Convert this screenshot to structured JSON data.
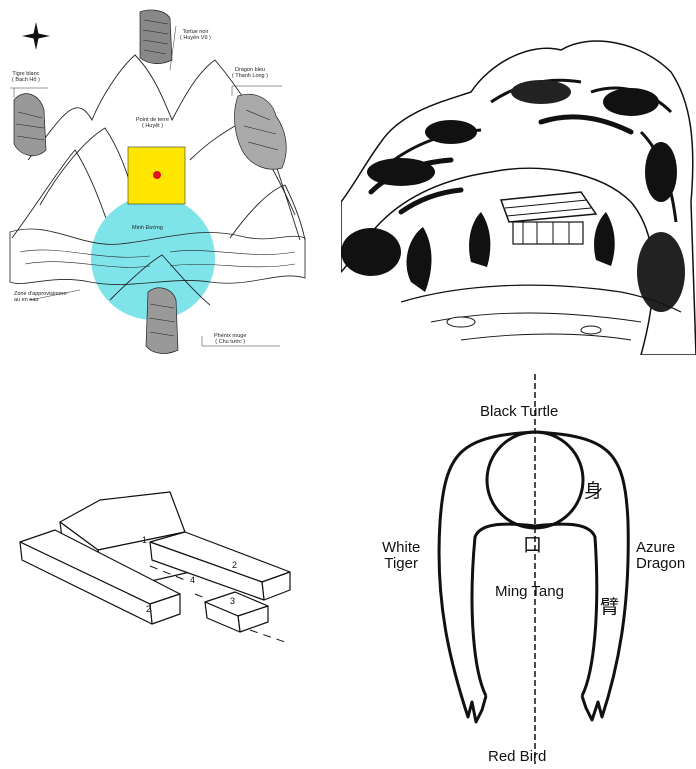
{
  "fengshui_map": {
    "turtle_label": "Tortue noir\n( Huyền Vũ )",
    "tiger_label": "Tigre blanc\n( Bạch Hổ )",
    "dragon_label": "Dragon bleu\n( Thanh Long )",
    "point_label": "Point de terre\n( Huyệt )",
    "minh_label": "Minh Đường",
    "water_label": "Zone d'approvisionne-\nau en eau",
    "phoenix_label": "Phénix rouge\n( Chu tước )",
    "colors": {
      "point_square": "#ffe600",
      "point_dot": "#e0141e",
      "minh_circle": "#7fe3ea"
    }
  },
  "landscape": {
    "content": "ink drawing of a house in a mountain cove"
  },
  "block_diagram": {
    "labels": [
      "1",
      "2",
      "2",
      "3",
      "4"
    ]
  },
  "armchair": {
    "top": "Black Turtle",
    "left": "White\nTiger",
    "right": "Azure\nDragon",
    "center": "Ming Tang",
    "bottom": "Red Bird",
    "char_body": "身",
    "char_mouth": "口",
    "char_arm": "臂"
  }
}
